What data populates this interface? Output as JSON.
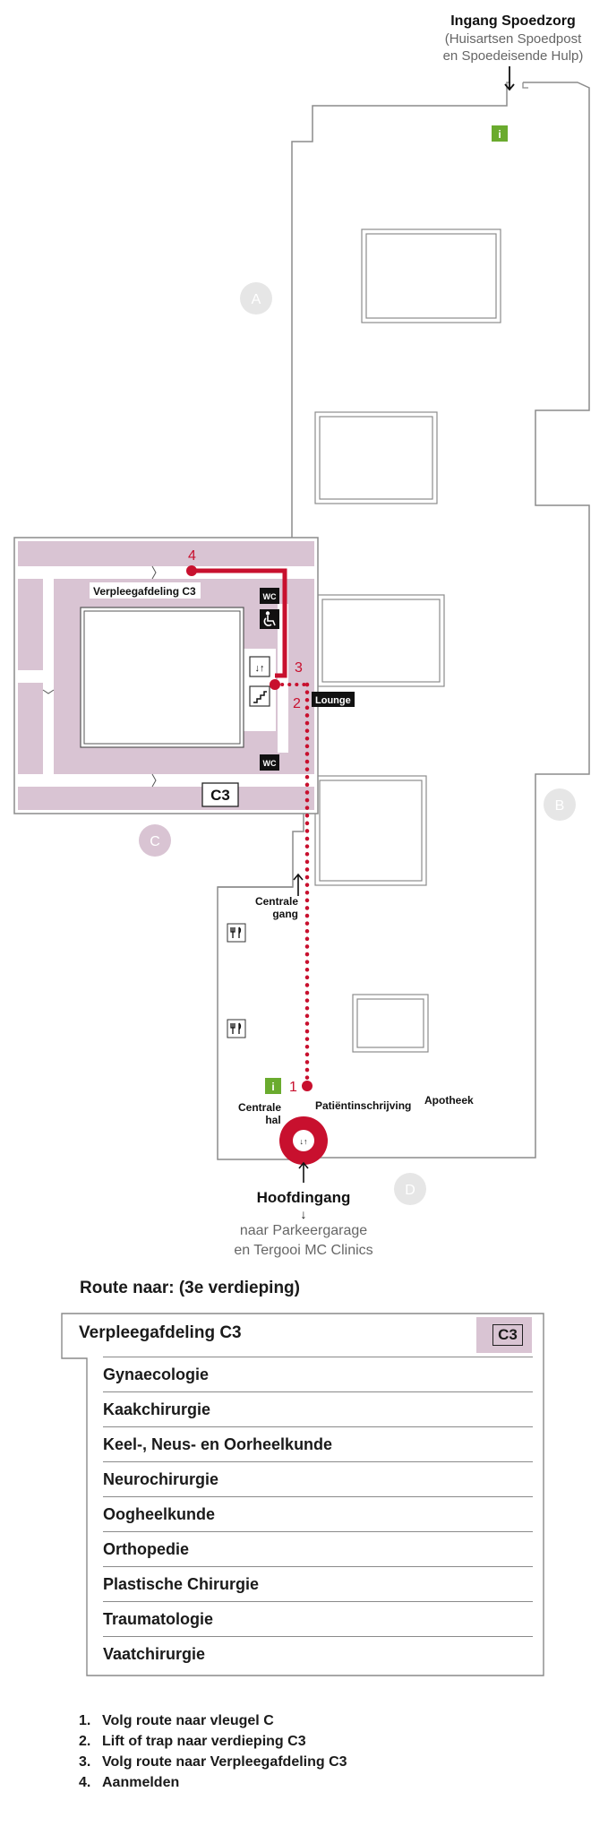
{
  "colors": {
    "route_red": "#c8102e",
    "wing_c_fill": "#d9c4d3",
    "info_green": "#6aab2e",
    "outline": "#8c8c8c",
    "zone_circle": "#e6e6e6"
  },
  "entrances": {
    "emergency_title": "Ingang Spoedzorg",
    "emergency_sub1": "(Huisartsen Spoedpost",
    "emergency_sub2": "en Spoedeisende Hulp)",
    "main_title": "Hoofdingang",
    "main_arrow": "↓",
    "main_sub1": "naar Parkeergarage",
    "main_sub2": "en Tergooi MC Clinics"
  },
  "zones": {
    "a": "A",
    "b": "B",
    "c": "C",
    "d": "D"
  },
  "map_labels": {
    "ward": "Verpleegafdeling C3",
    "lounge": "Lounge",
    "centrale_gang_1": "Centrale",
    "centrale_gang_2": "gang",
    "centrale_hal_1": "Centrale",
    "centrale_hal_2": "hal",
    "registration": "Patiëntinschrijving",
    "pharmacy": "Apotheek",
    "room_code": "C3",
    "wc": "WC",
    "info": "i",
    "lift_symbol": "↓↑"
  },
  "route_steps_markers": [
    "1",
    "2",
    "3",
    "4"
  ],
  "route": {
    "title": "Route naar:  (3e verdieping)",
    "department": "Verpleegafdeling C3",
    "code": "C3",
    "specialties": [
      "Gynaecologie",
      "Kaakchirurgie",
      "Keel-, Neus- en Oorheelkunde",
      "Neurochirurgie",
      "Oogheelkunde",
      "Orthopedie",
      "Plastische Chirurgie",
      "Traumatologie",
      "Vaatchirurgie"
    ]
  },
  "steps": [
    {
      "n": "1.",
      "text": "Volg route naar vleugel C"
    },
    {
      "n": "2.",
      "text": "Lift of trap naar verdieping C3"
    },
    {
      "n": "3.",
      "text": "Volg route naar Verpleegafdeling C3"
    },
    {
      "n": "4.",
      "text": "Aanmelden"
    }
  ]
}
